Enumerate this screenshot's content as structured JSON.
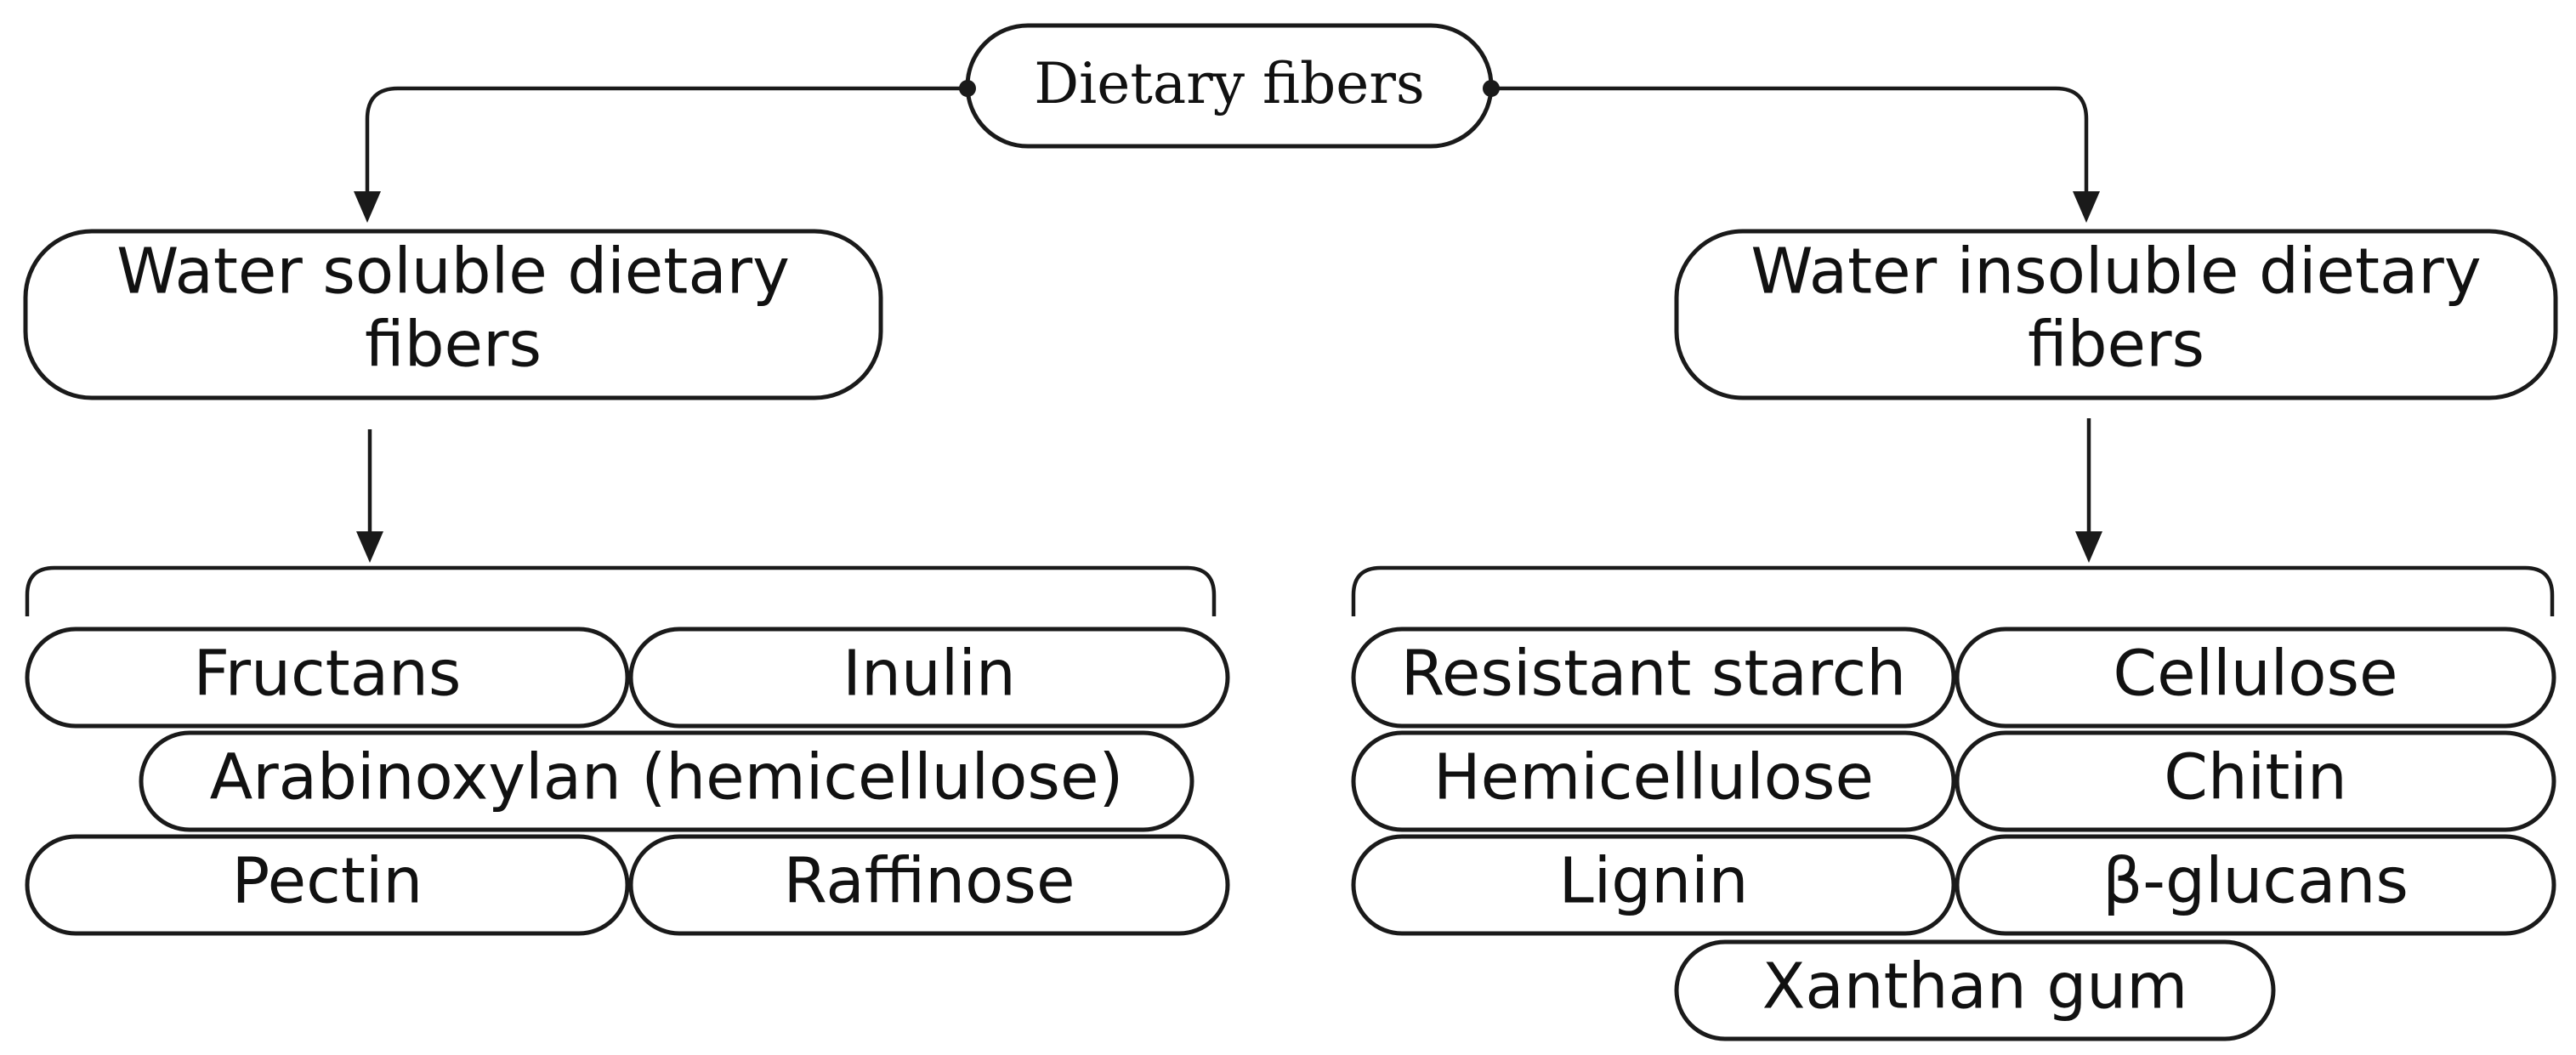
{
  "root": {
    "label": "Dietary fibers"
  },
  "soluble": {
    "title_line1": "Water soluble dietary",
    "title_line2": "fibers",
    "items": {
      "fructans": "Fructans",
      "inulin": "Inulin",
      "arabinoxylan": "Arabinoxylan (hemicellulose)",
      "pectin": "Pectin",
      "raffinose": "Raffinose"
    }
  },
  "insoluble": {
    "title_line1": "Water insoluble dietary",
    "title_line2": "fibers",
    "items": {
      "resistant_starch": "Resistant starch",
      "cellulose": "Cellulose",
      "hemicellulose": "Hemicellulose",
      "chitin": "Chitin",
      "lignin": "Lignin",
      "beta_glucans": "β-glucans",
      "xanthan_gum": "Xanthan gum"
    }
  }
}
